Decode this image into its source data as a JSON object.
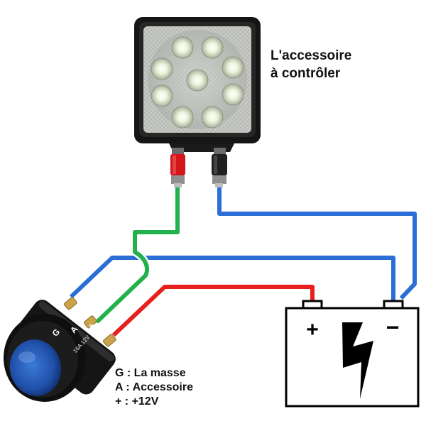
{
  "accessory_label": [
    "L'accessoire",
    "à contrôler"
  ],
  "legend": [
    "G : La masse",
    "A : Accessoire",
    "+ : +12V"
  ],
  "battery": {
    "positive": "+",
    "negative": "−"
  },
  "switch_markings": {
    "ground": "G",
    "accessory": "A",
    "power": "+",
    "rating": "16A 12V"
  },
  "wire_colors": {
    "ground": "#2b6fd6",
    "accessory": "#22b14c",
    "power": "#e8201c"
  },
  "icons": [
    "led-work-light",
    "rocker-switch",
    "battery",
    "lightning-bolt-icon"
  ]
}
